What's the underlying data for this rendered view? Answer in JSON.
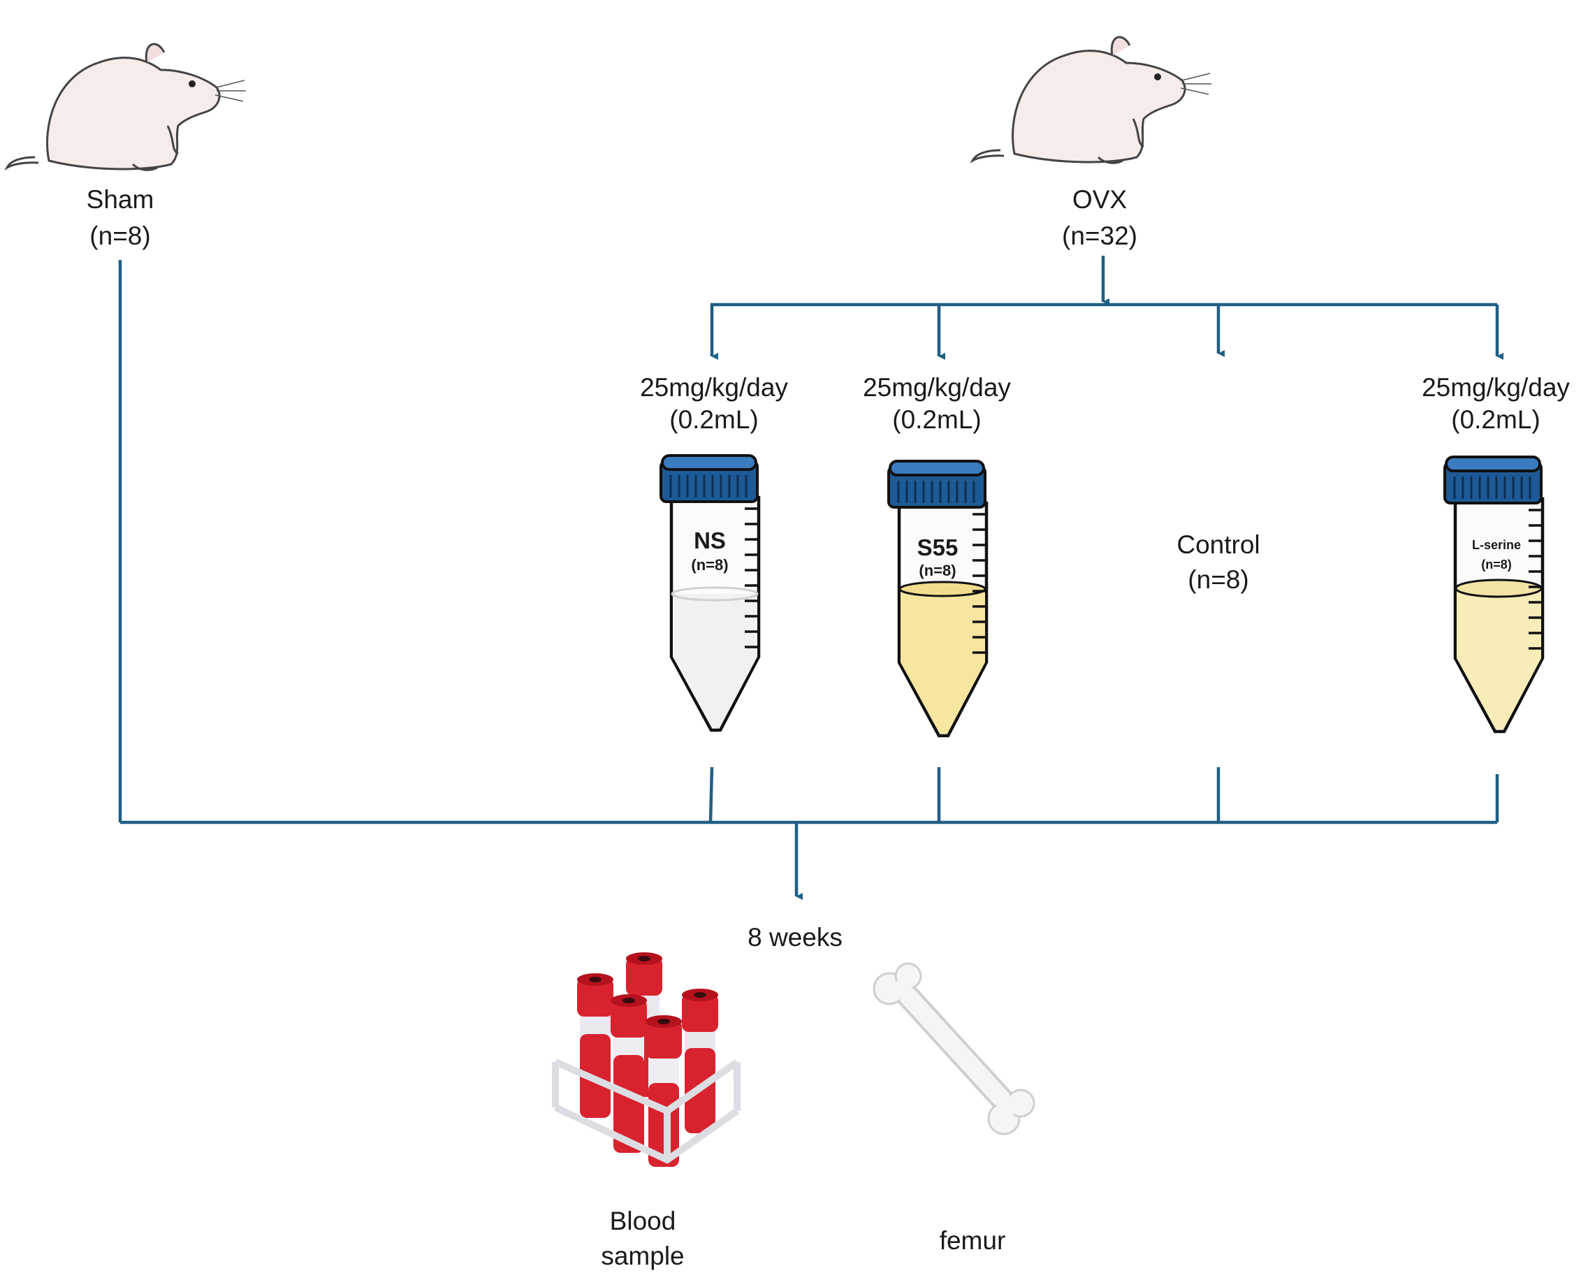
{
  "groups": {
    "sham": {
      "label": "Sham",
      "count": "(n=8)"
    },
    "ovx": {
      "label": "OVX",
      "count": "(n=32)"
    }
  },
  "treatments": [
    {
      "dose": "25mg/kg/day",
      "volume": "(0.2mL)",
      "name": "NS",
      "count": "(n=8)",
      "liquid_color": "#f4f4f4"
    },
    {
      "dose": "25mg/kg/day",
      "volume": "(0.2mL)",
      "name": "S55",
      "count": "(n=8)",
      "liquid_color": "#f7e6a0"
    },
    {
      "name": "Control",
      "count": "(n=8)"
    },
    {
      "dose": "25mg/kg/day",
      "volume": "(0.2mL)",
      "name": "L-serine",
      "count": "(n=8)",
      "liquid_color": "#f8edb8"
    }
  ],
  "duration": "8 weeks",
  "outcomes": {
    "blood": {
      "line1": "Blood",
      "line2": "sample"
    },
    "femur": {
      "label": "femur"
    }
  },
  "colors": {
    "flow_line": "#1f5f85",
    "cap": "#1d5a96",
    "blood": "#d8232f"
  }
}
